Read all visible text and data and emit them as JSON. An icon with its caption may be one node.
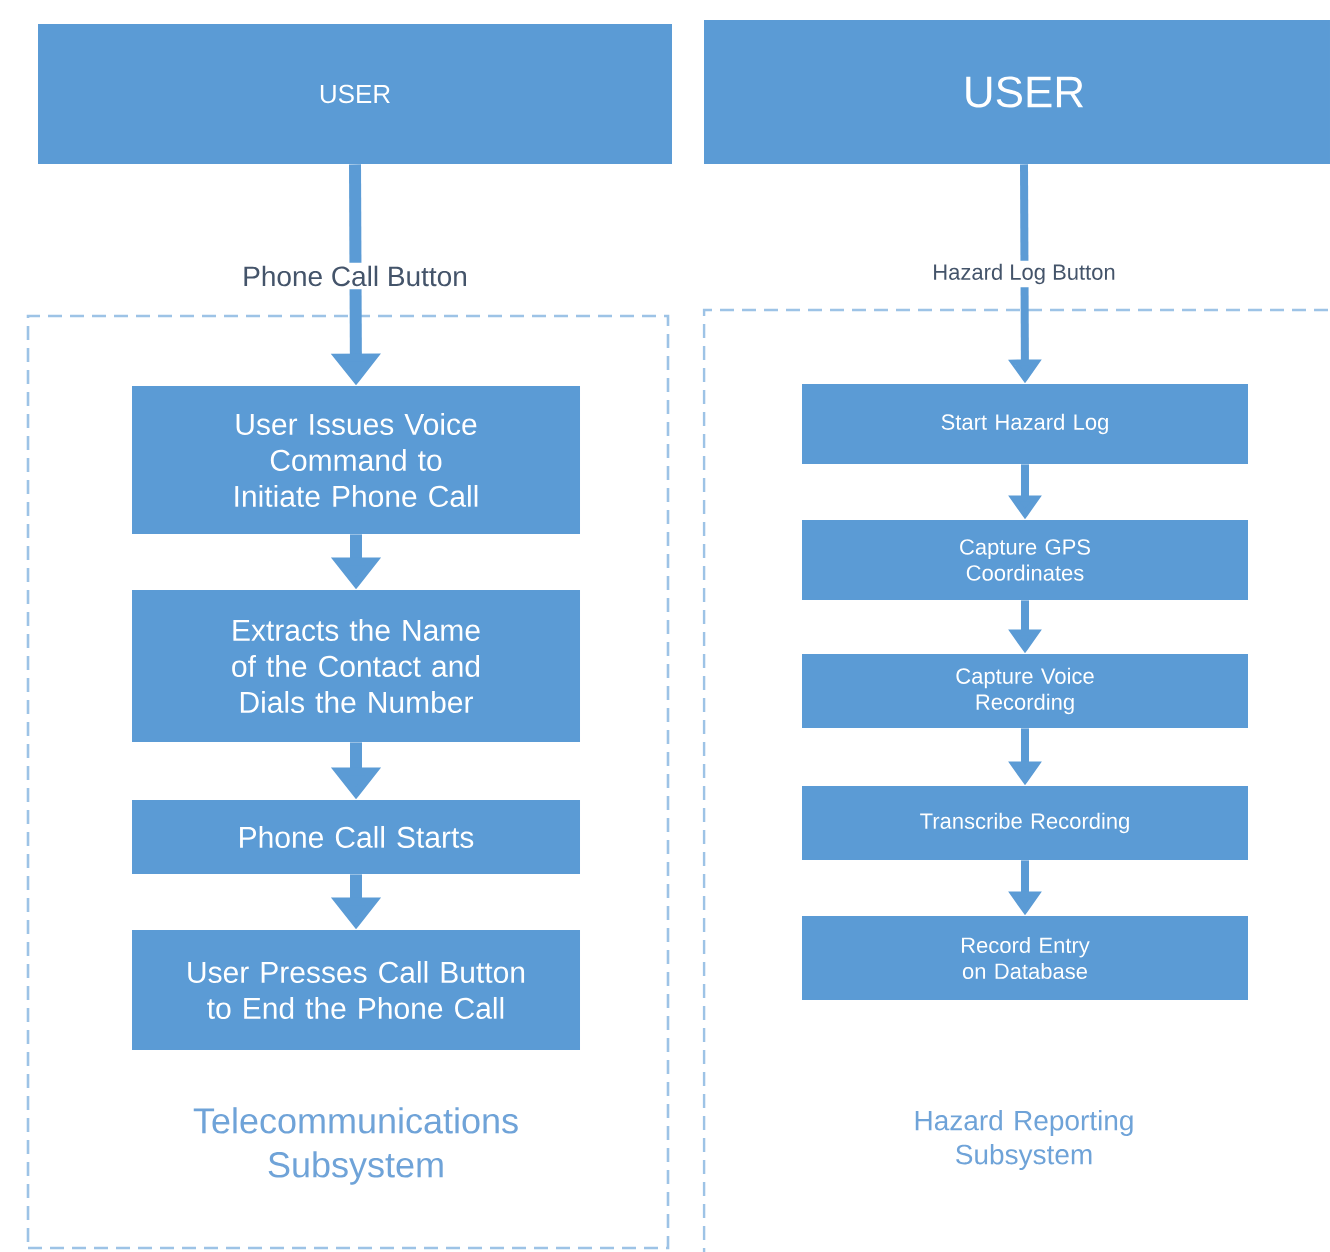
{
  "diagram": {
    "nodes": [
      {
        "text": [
          "USER"
        ]
      },
      {
        "text": [
          "Telecommunications Subsystem"
        ]
      },
      {
        "text": [
          "User Issues Voice Command to Initiate Phone Call"
        ],
        "in": 1
      },
      {
        "text": [
          "Extracts the Name of the Contact and Dials the Number"
        ],
        "in": 1
      },
      {
        "text": [
          "Phone Call Starts"
        ],
        "in": 1
      },
      {
        "text": [
          "User Presses Call Button to End the Phone Call"
        ],
        "in": 1
      },
      {
        "text": [
          "USER"
        ]
      },
      {
        "text": [
          "Hazard Reporting Subsystem"
        ]
      },
      {
        "text": [
          "Start Hazard Log"
        ],
        "in": 7
      },
      {
        "text": [
          "Capture GPS Coordinates"
        ],
        "in": 7
      },
      {
        "text": [
          "Capture Voice Recording"
        ],
        "in": 7
      },
      {
        "text": [
          "Transcribe Recording"
        ],
        "in": 7
      },
      {
        "text": [
          "Record Entry on Database"
        ],
        "in": 7
      }
    ],
    "edges": [
      {
        "from": 0,
        "to": 2,
        "arrow": "to",
        "label": "Phone Call Button"
      },
      {
        "from": 2,
        "to": 3,
        "arrow": "to"
      },
      {
        "from": 3,
        "to": 4,
        "arrow": "to"
      },
      {
        "from": 4,
        "to": 5,
        "arrow": "to"
      },
      {
        "from": 6,
        "to": 8,
        "arrow": "to",
        "label": "Hazard Log Button"
      },
      {
        "from": 8,
        "to": 9,
        "arrow": "to"
      },
      {
        "from": 9,
        "to": 10,
        "arrow": "to"
      },
      {
        "from": 10,
        "to": 11,
        "arrow": "to"
      },
      {
        "from": 11,
        "to": 12,
        "arrow": "to"
      }
    ]
  }
}
